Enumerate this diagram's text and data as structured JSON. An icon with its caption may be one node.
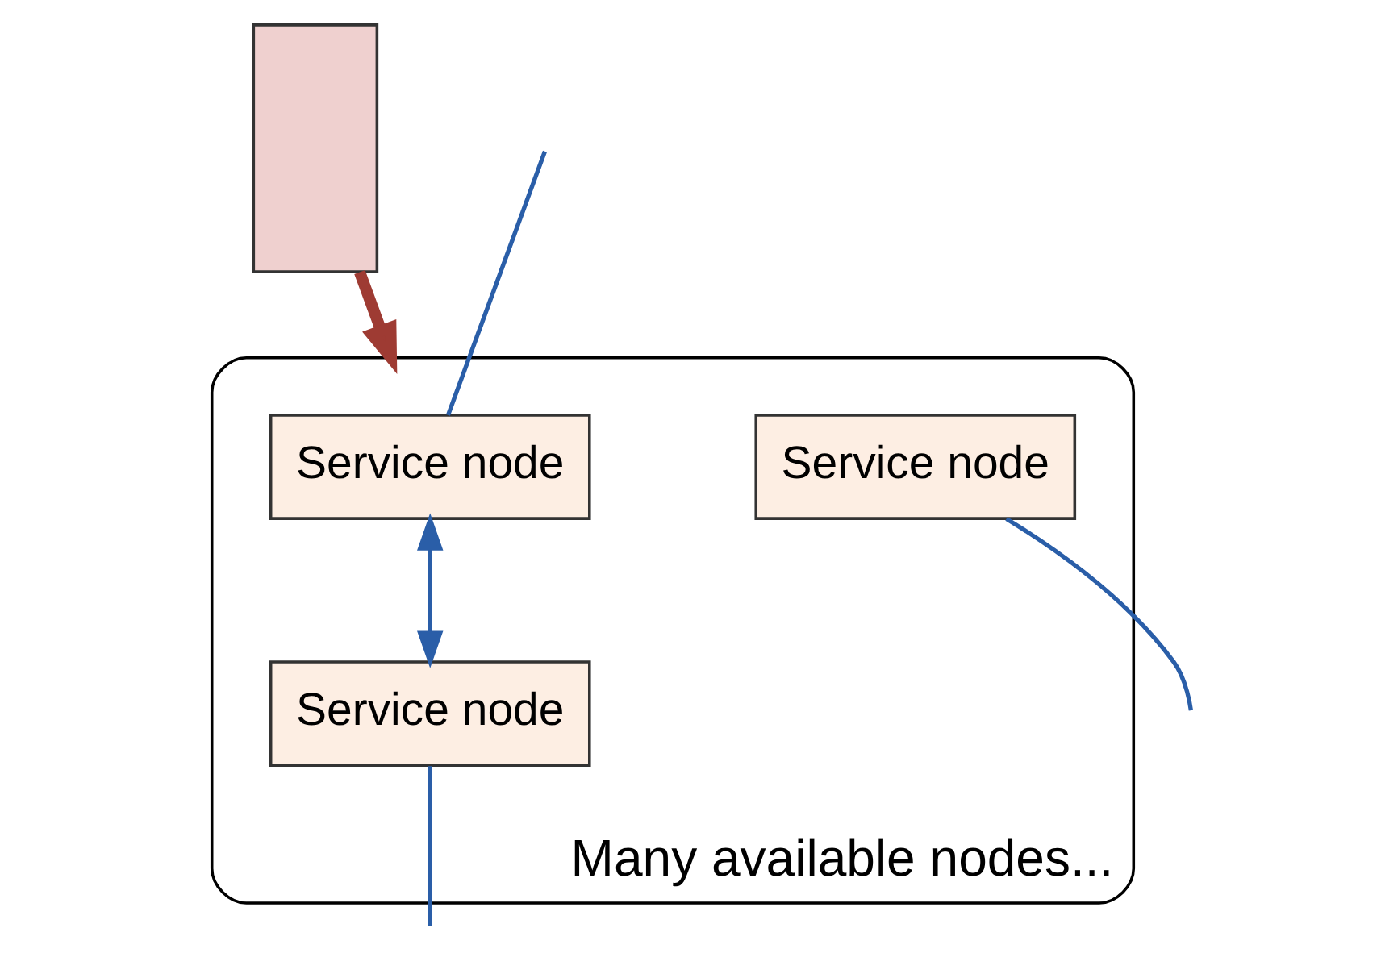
{
  "diagram": {
    "nodes": [
      {
        "text": [],
        "shape": "box"
      },
      {
        "text": [
          "Many available nodes..."
        ]
      },
      {
        "text": [
          "Service node"
        ],
        "in": 1
      },
      {
        "text": [
          "Service node"
        ],
        "in": 1
      },
      {
        "text": [
          "Service node"
        ],
        "in": 1
      }
    ],
    "edges": [
      {
        "from": 0,
        "to": 1,
        "arrow": "to",
        "style": "thick",
        "color": "#9e3b33"
      },
      {
        "from": null,
        "to": 2,
        "arrow": "none"
      },
      {
        "from": 2,
        "to": 3,
        "arrow": "both"
      },
      {
        "from": 3,
        "to": null,
        "arrow": "none"
      },
      {
        "from": 4,
        "to": null,
        "arrow": "none"
      }
    ]
  }
}
